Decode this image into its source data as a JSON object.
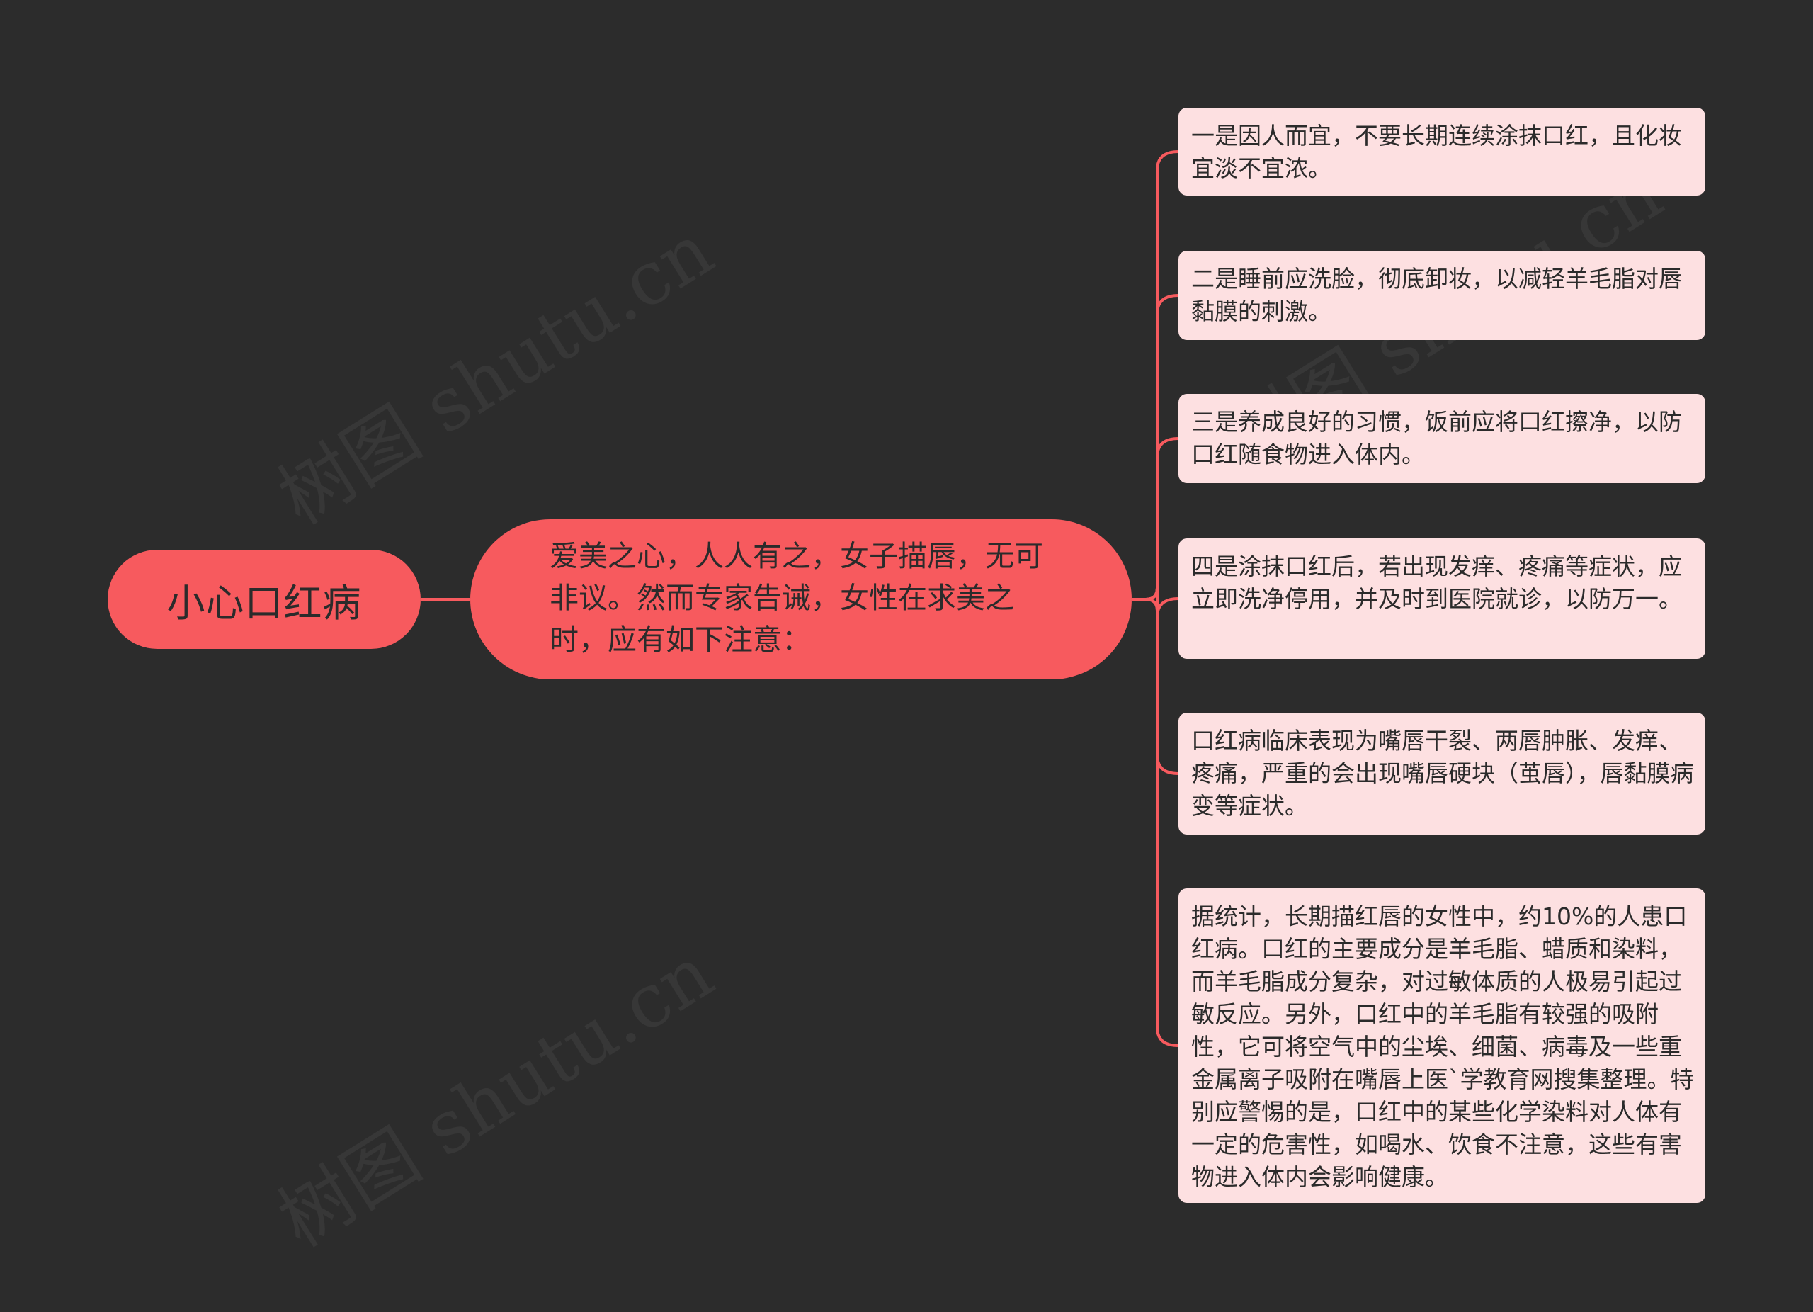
{
  "root": {
    "label": "小心口红病"
  },
  "branch": {
    "text": "爱美之心，人人有之，女子描唇，无可非议。然而专家告诫，女性在求美之时，应有如下注意："
  },
  "leaves": [
    {
      "text": "一是因人而宜，不要长期连续涂抹口红，且化妆宜淡不宜浓。"
    },
    {
      "text": "二是睡前应洗脸，彻底卸妆，以减轻羊毛脂对唇黏膜的刺激。"
    },
    {
      "text": "三是养成良好的习惯，饭前应将口红擦净，以防口红随食物进入体内。"
    },
    {
      "text": "四是涂抹口红后，若出现发痒、疼痛等症状，应立即洗净停用，并及时到医院就诊，以防万一。"
    },
    {
      "text": "口红病临床表现为嘴唇干裂、两唇肿胀、发痒、疼痛，严重的会出现嘴唇硬块（茧唇），唇黏膜病变等症状。"
    },
    {
      "text": "据统计，长期描红唇的女性中，约10%的人患口红病。口红的主要成分是羊毛脂、蜡质和染料，而羊毛脂成分复杂，对过敏体质的人极易引起过敏反应。另外，口红中的羊毛脂有较强的吸附性，它可将空气中的尘埃、细菌、病毒及一些重金属离子吸附在嘴唇上医`学教育网搜集整理。特别应警惕的是，口红中的某些化学染料对人体有一定的危害性，如喝水、饮食不注意，这些有害物进入体内会影响健康。"
    }
  ],
  "watermarks": [
    {
      "text": "树图 shutu.cn"
    },
    {
      "text": "树图 shutu.cn"
    },
    {
      "text": "树图 shutu.cn"
    },
    {
      "text": "树图 shutu.cn"
    }
  ],
  "colors": {
    "background": "#2c2c2c",
    "node_fill": "#f75a5e",
    "leaf_fill": "#fde0e1",
    "connector": "#f75a5e",
    "text": "#2b2b2b"
  }
}
